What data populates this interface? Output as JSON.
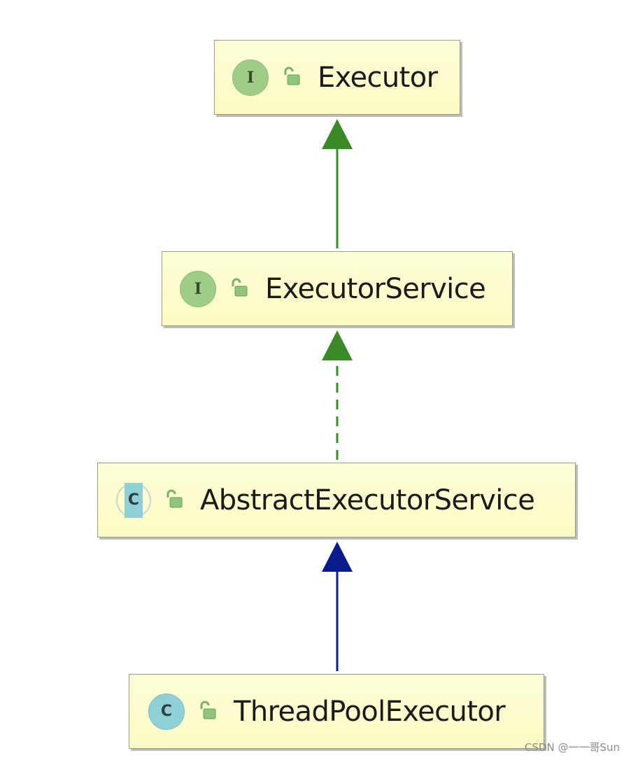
{
  "nodes": [
    {
      "id": "executor",
      "kind": "interface",
      "badge_letter": "I",
      "name": "Executor"
    },
    {
      "id": "executor-service",
      "kind": "interface",
      "badge_letter": "I",
      "name": "ExecutorService"
    },
    {
      "id": "abstract-executor-service",
      "kind": "abstract-class",
      "badge_letter": "C",
      "name": "AbstractExecutorService"
    },
    {
      "id": "thread-pool-executor",
      "kind": "class",
      "badge_letter": "C",
      "name": "ThreadPoolExecutor"
    }
  ],
  "edges": [
    {
      "from": "executor-service",
      "to": "executor",
      "type": "extends",
      "style": "solid",
      "color": "#3a8a2a"
    },
    {
      "from": "abstract-executor-service",
      "to": "executor-service",
      "type": "implements",
      "style": "dashed",
      "color": "#3a8a2a"
    },
    {
      "from": "thread-pool-executor",
      "to": "abstract-executor-service",
      "type": "extends",
      "style": "solid",
      "color": "#0a1a8a"
    }
  ],
  "icons": {
    "interface_badge": "interface-badge-icon",
    "class_badge": "class-badge-icon",
    "abstract_badge": "abstract-class-badge-icon",
    "visibility": "unlocked-padlock-icon"
  },
  "colors": {
    "node_fill": "#fbfbc4",
    "interface_badge": "#9fcc86",
    "class_badge": "#8fcfd6",
    "padlock": "#7ab06a"
  },
  "watermark": "CSDN @一一哥Sun"
}
